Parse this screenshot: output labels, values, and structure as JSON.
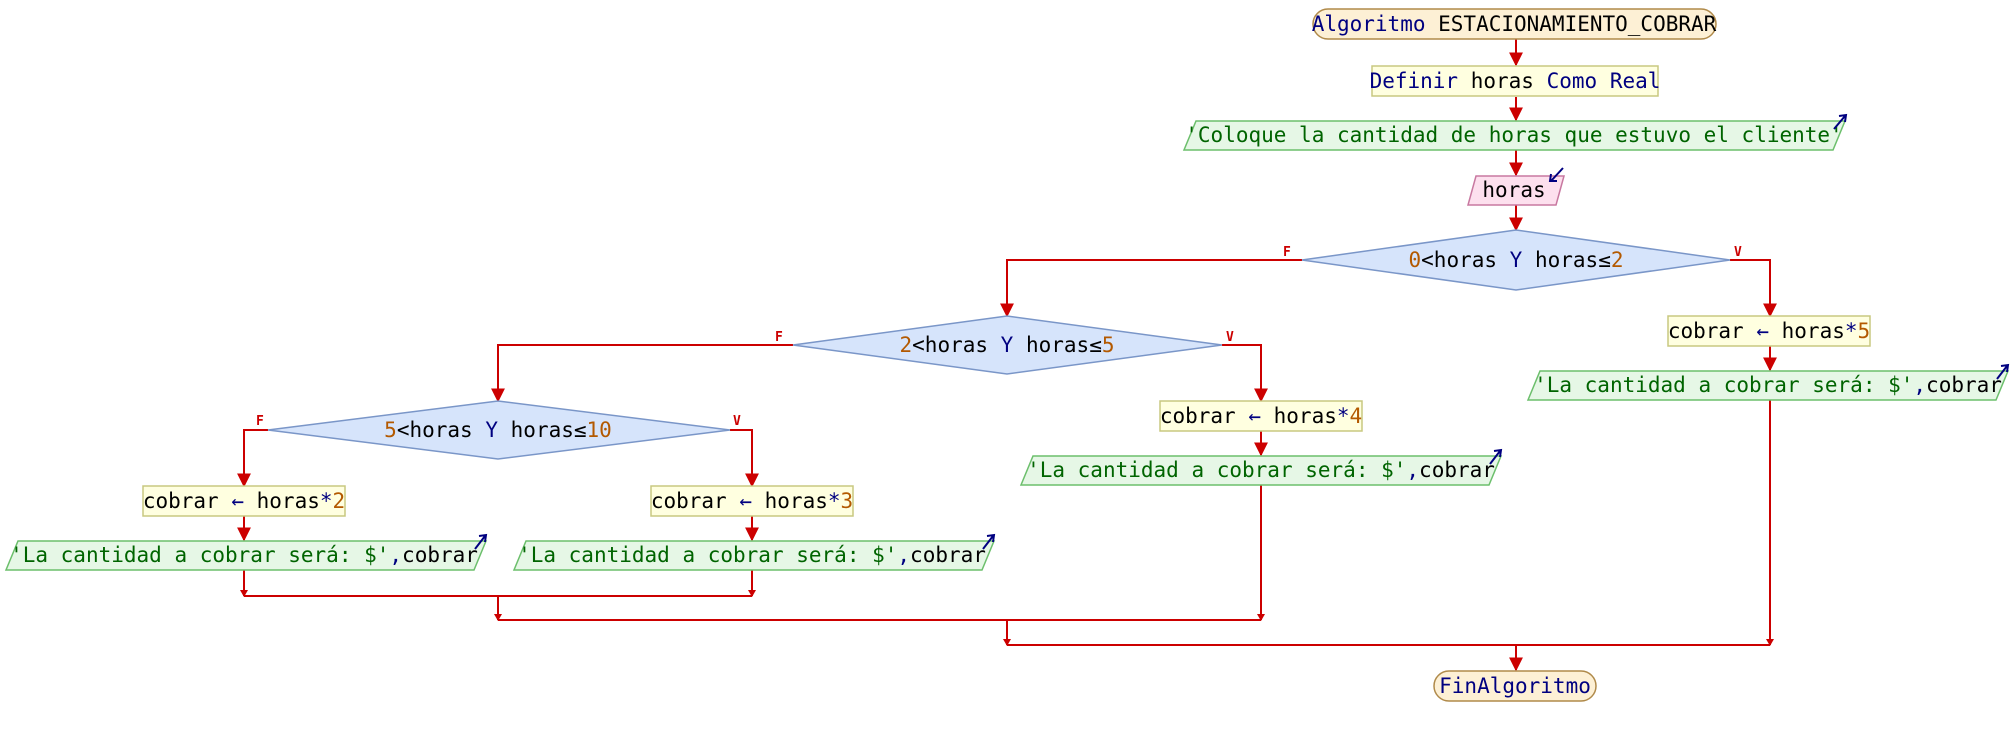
{
  "start": {
    "keyword": "Algoritmo",
    "name": "ESTACIONAMIENTO_COBRAR"
  },
  "define": {
    "kw1": "Definir",
    "var": "horas",
    "kw2": "Como",
    "type": "Real"
  },
  "output_prompt": "'Coloque la cantidad de horas que estuvo el cliente'",
  "input": {
    "var": "horas"
  },
  "cond1": {
    "left_num": "0",
    "left_op": "<",
    "v1": "horas",
    "andkw": "Y",
    "v2": "horas",
    "right_op": "≤",
    "right_num": "2"
  },
  "cond2": {
    "left_num": "2",
    "left_op": "<",
    "v1": "horas",
    "andkw": "Y",
    "v2": "horas",
    "right_op": "≤",
    "right_num": "5"
  },
  "cond3": {
    "left_num": "5",
    "left_op": "<",
    "v1": "horas",
    "andkw": "Y",
    "v2": "horas",
    "right_op": "≤",
    "right_num": "10"
  },
  "assign_label": {
    "target": "cobrar",
    "arrow": "←",
    "var": "horas",
    "op": "*"
  },
  "assign_values": {
    "a5": "5",
    "a4": "4",
    "a3": "3",
    "a2": "2"
  },
  "output_result": {
    "str": "'La cantidad a cobrar será: $'",
    "sep": ",",
    "var": "cobrar"
  },
  "flags": {
    "false": "F",
    "true": "V"
  },
  "end": {
    "keyword": "FinAlgoritmo"
  },
  "colors": {
    "line": "#cc0000",
    "terminal_fill": "#fdf0d5",
    "terminal_stroke": "#b08a4a",
    "process_fill": "#ffffe0",
    "process_stroke": "#c8c880",
    "output_fill": "#e6f7e6",
    "output_stroke": "#6cbf6c",
    "input_fill": "#fde0ee",
    "input_stroke": "#c878a0",
    "decision_fill": "#d6e4fb",
    "decision_stroke": "#7a96c8"
  }
}
